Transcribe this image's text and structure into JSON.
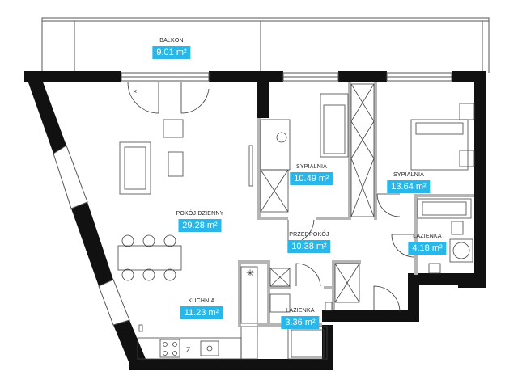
{
  "colors": {
    "wall": "#111111",
    "partition": "#b5b5b5",
    "furniture": "#444444",
    "label_bg": "#29b6e8",
    "label_text": "#ffffff"
  },
  "rooms": [
    {
      "id": "balkon",
      "name": "BALKON",
      "area": "9.01 m²"
    },
    {
      "id": "pokoj-dzienny",
      "name": "POKÓJ DZIENNY",
      "area": "29.28 m²"
    },
    {
      "id": "sypialnia-1",
      "name": "SYPIALNIA",
      "area": "10.49 m²"
    },
    {
      "id": "sypialnia-2",
      "name": "SYPIALNIA",
      "area": "13.64 m²"
    },
    {
      "id": "przedpokoj",
      "name": "PRZEDPOKÓJ",
      "area": "10.38 m²"
    },
    {
      "id": "lazienka-1",
      "name": "ŁAZIENKA",
      "area": "4.18 m²"
    },
    {
      "id": "kuchnia",
      "name": "KUCHNIA",
      "area": "11.23 m²"
    },
    {
      "id": "lazienka-2",
      "name": "ŁAZIENKA",
      "area": "3.36 m²"
    }
  ],
  "icons": {
    "entrance": "entrance-arrow-icon",
    "fridge": "snowflake-icon",
    "sink": "sink-icon",
    "stove": "stove-icon"
  },
  "fixtures": {
    "fridge_symbol": "✳",
    "balcony_door_mark": "×",
    "washer_mark": "Z"
  }
}
